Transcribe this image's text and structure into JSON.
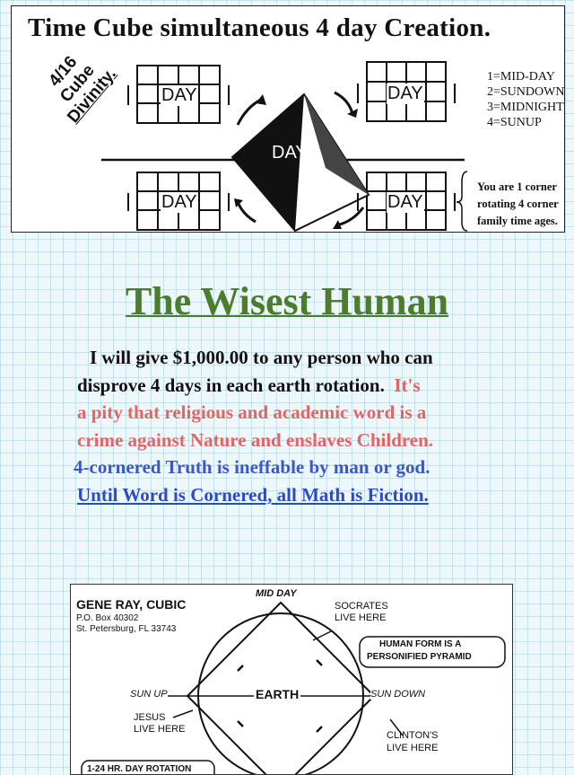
{
  "banner": {
    "title": "Time Cube simultaneous 4 day Creation.",
    "side_label": [
      "4/16",
      "Cube",
      "Divinity."
    ],
    "cube_labels": [
      "DAY",
      "DAY",
      "DAY",
      "DAY"
    ],
    "center_label": "DAY",
    "legend": [
      "1=MID-DAY",
      "2=SUNDOWN",
      "3=MIDNIGHT",
      "4=SUNUP"
    ],
    "note": [
      "You are 1 corner",
      "rotating 4 corner",
      "family time ages."
    ]
  },
  "headline": "The Wisest Human",
  "paragraph": {
    "lines": [
      {
        "text": "I will give $1,000.00 to any person who can",
        "color": "black"
      },
      {
        "text": "disprove 4 days in each earth rotation.",
        "color": "black",
        "tail": "It's",
        "tail_color": "red"
      },
      {
        "text": "a pity that religious and academic word is a",
        "color": "red"
      },
      {
        "text": "crime against Nature and enslaves Children.",
        "color": "red"
      },
      {
        "text": "4-cornered Truth is ineffable by man or god.",
        "color": "blue"
      },
      {
        "text": "Until Word is Cornered, all Math is Fiction.",
        "color": "blue-underline"
      }
    ]
  },
  "flyer": {
    "address": [
      "GENE RAY, CUBIC",
      "P.O. Box 40302",
      "St. Petersburg, FL 33743"
    ],
    "mid_day": "MID DAY",
    "socrates": [
      "SOCRATES",
      "LIVE HERE"
    ],
    "human_form": [
      "HUMAN FORM IS A",
      "PERSONIFIED PYRAMID"
    ],
    "sun_up": "SUN UP",
    "earth": "EARTH",
    "sun_down": "SUN DOWN",
    "jesus": [
      "JESUS",
      "LIVE HERE"
    ],
    "clinton": [
      "CLINTON'S",
      "LIVE HERE"
    ],
    "rotation": "1-24 HR. DAY ROTATION"
  },
  "colors": {
    "headline": "#4b7d2c",
    "red": "#e06565",
    "blue": "#3a57c4"
  }
}
